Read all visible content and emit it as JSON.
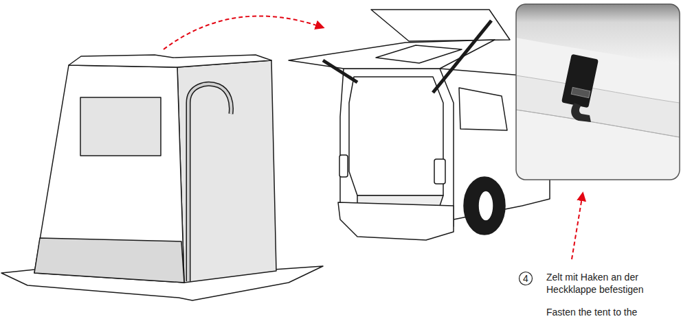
{
  "diagram": {
    "labels": [
      "4",
      "Zelt mit Haken an der Heckklappe befestigen",
      "Fasten the tent to the"
    ]
  }
}
